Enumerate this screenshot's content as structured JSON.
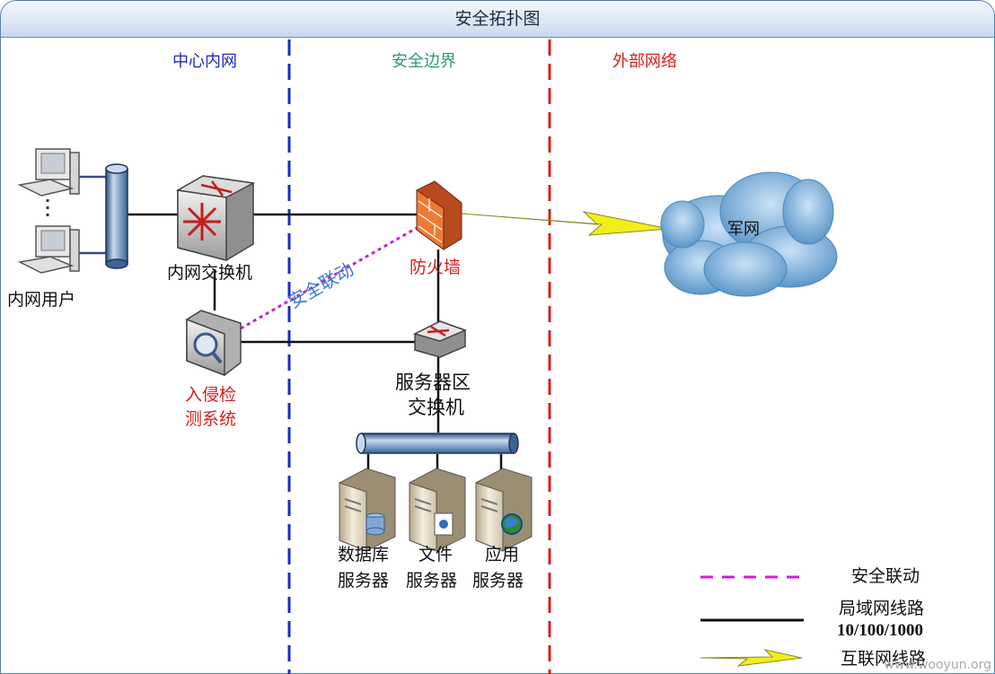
{
  "title": "安全拓扑图",
  "zones": {
    "center": "中心内网",
    "boundary": "安全边界",
    "external": "外部网络"
  },
  "colors": {
    "center": "#1a2ac8",
    "boundary": "#2e9a6e",
    "external": "#d42020",
    "security_link": "#cc22cc",
    "internet_link": "#f2ee1a"
  },
  "nodes": {
    "intranet_users": "内网用户",
    "core_switch": "内网交换机",
    "firewall": "防火墙",
    "ids_line1": "入侵检",
    "ids_line2": "测系统",
    "server_switch_line1": "服务器区",
    "server_switch_line2": "交换机",
    "cloud": "军网",
    "db_server_line1": "数据库",
    "db_server_line2": "服务器",
    "file_server_line1": "文件",
    "file_server_line2": "服务器",
    "app_server_line1": "应用",
    "app_server_line2": "服务器"
  },
  "link_label": "安全联动",
  "legend": {
    "security": "安全联动",
    "lan_line1": "局域网线路",
    "lan_line2": "10/100/1000",
    "internet": "互联网线路"
  },
  "watermark": "www.wooyun.org"
}
